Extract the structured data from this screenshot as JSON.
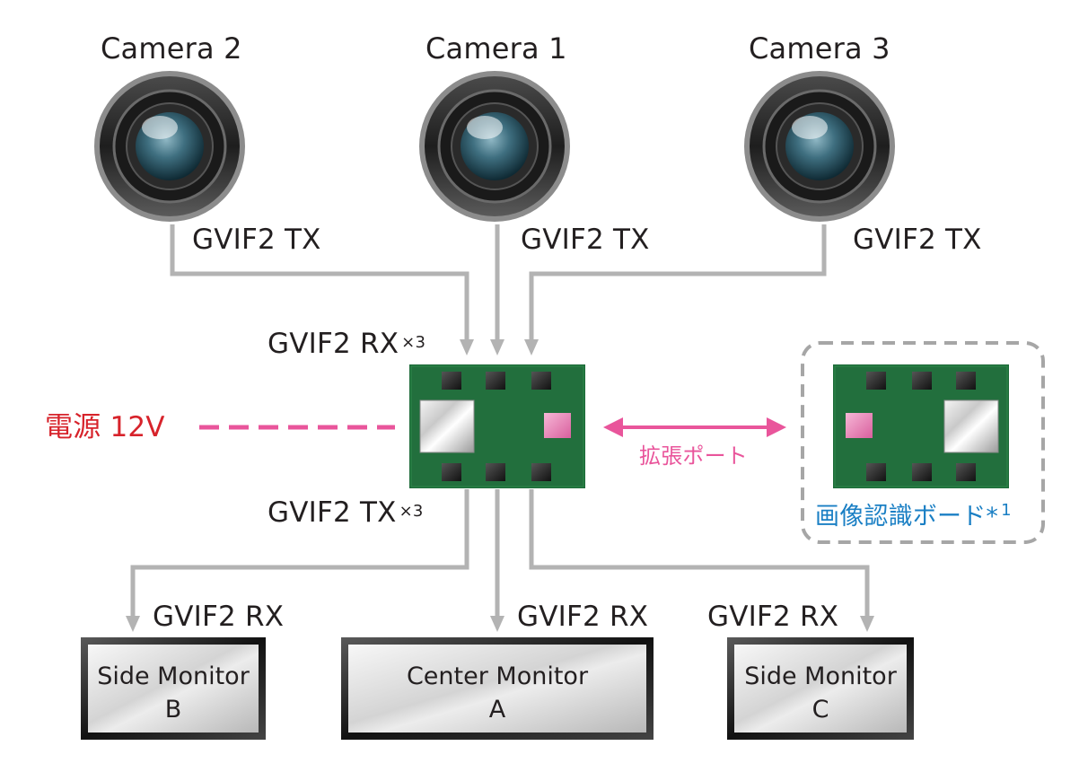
{
  "cameras": [
    {
      "title": "Camera 2",
      "tx_label": "GVIF2 TX"
    },
    {
      "title": "Camera 1",
      "tx_label": "GVIF2 TX"
    },
    {
      "title": "Camera 3",
      "tx_label": "GVIF2 TX"
    }
  ],
  "main_board": {
    "rx_label": "GVIF2 RX",
    "rx_count": "×3",
    "tx_label": "GVIF2 TX",
    "tx_count": "×3"
  },
  "power": {
    "label": "電源 12V"
  },
  "expansion_port": {
    "label": "拡張ポート"
  },
  "recognition_board": {
    "label": "画像認識ボード*",
    "note_mark": "1"
  },
  "monitors": [
    {
      "rx_label": "GVIF2 RX",
      "line1": "Side Monitor",
      "line2": "B"
    },
    {
      "rx_label": "GVIF2 RX",
      "line1": "Center Monitor",
      "line2": "A"
    },
    {
      "rx_label": "GVIF2 RX",
      "line1": "Side Monitor",
      "line2": "C"
    }
  ],
  "colors": {
    "line": "#b3b3b3",
    "board_green": "#1d6b39",
    "pink": "#e9559b",
    "power_red": "#d7232b",
    "blue_label": "#1a7fc4",
    "dashed_frame": "#a6a6a6"
  }
}
